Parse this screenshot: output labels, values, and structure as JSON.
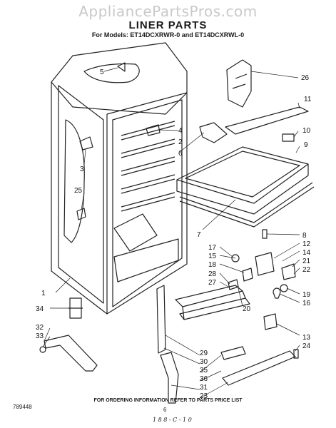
{
  "watermark": "AppliancePartsPros.com",
  "title": "LINER PARTS",
  "subtitle": "For Models: ET14DCXRWR-0 and ET14DCXRWL-0",
  "footer": "FOR ORDERING INFORMATION REFER TO PARTS PRICE LIST",
  "page_number": "6",
  "ref_code": "789448",
  "hand_note": "1 8 8 - C - 1 0",
  "callouts": {
    "c1": "1",
    "c2": "2",
    "c3": "3",
    "c4": "4",
    "c5": "5",
    "c6": "6",
    "c7": "7",
    "c8": "8",
    "c9": "9",
    "c10": "10",
    "c11": "11",
    "c12": "12",
    "c13": "13",
    "c14": "14",
    "c15": "15",
    "c16": "16",
    "c17": "17",
    "c18": "18",
    "c19": "19",
    "c20": "20",
    "c21": "21",
    "c22": "22",
    "c23": "23",
    "c24": "24",
    "c25": "25",
    "c26": "26",
    "c27": "27",
    "c28": "28",
    "c29": "29",
    "c30": "30",
    "c31": "31",
    "c32": "32",
    "c33": "33",
    "c34": "34",
    "c35": "35",
    "c36": "36"
  }
}
